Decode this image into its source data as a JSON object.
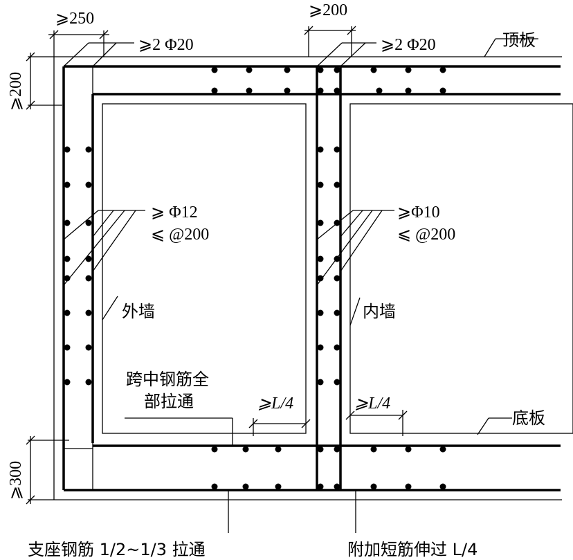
{
  "labels": {
    "dim_250": "⩾250",
    "dim_200_top": "⩾200",
    "dim_200_left": "⩾200",
    "dim_300_left": "⩾300",
    "top_bars_outer": "⩾2 Φ20",
    "top_bars_inner": "⩾2 Φ20",
    "top_slab": "顶板",
    "outer_wall_bars_1": "⩾ Φ12",
    "outer_wall_bars_2": "⩽ @200",
    "inner_wall_bars_1": "⩾Φ10",
    "inner_wall_bars_2": "⩽ @200",
    "outer_wall": "外墙",
    "inner_wall": "内墙",
    "midspan_1": "跨中钢筋全",
    "midspan_2": "部拉通",
    "quarter_left": "⩾L/4",
    "quarter_right": "⩾L/4",
    "bottom_slab": "底板",
    "support_bars": "支座钢筋 1/2~1/3 拉通",
    "extra_bars": "附加短筋伸过 L/4"
  }
}
